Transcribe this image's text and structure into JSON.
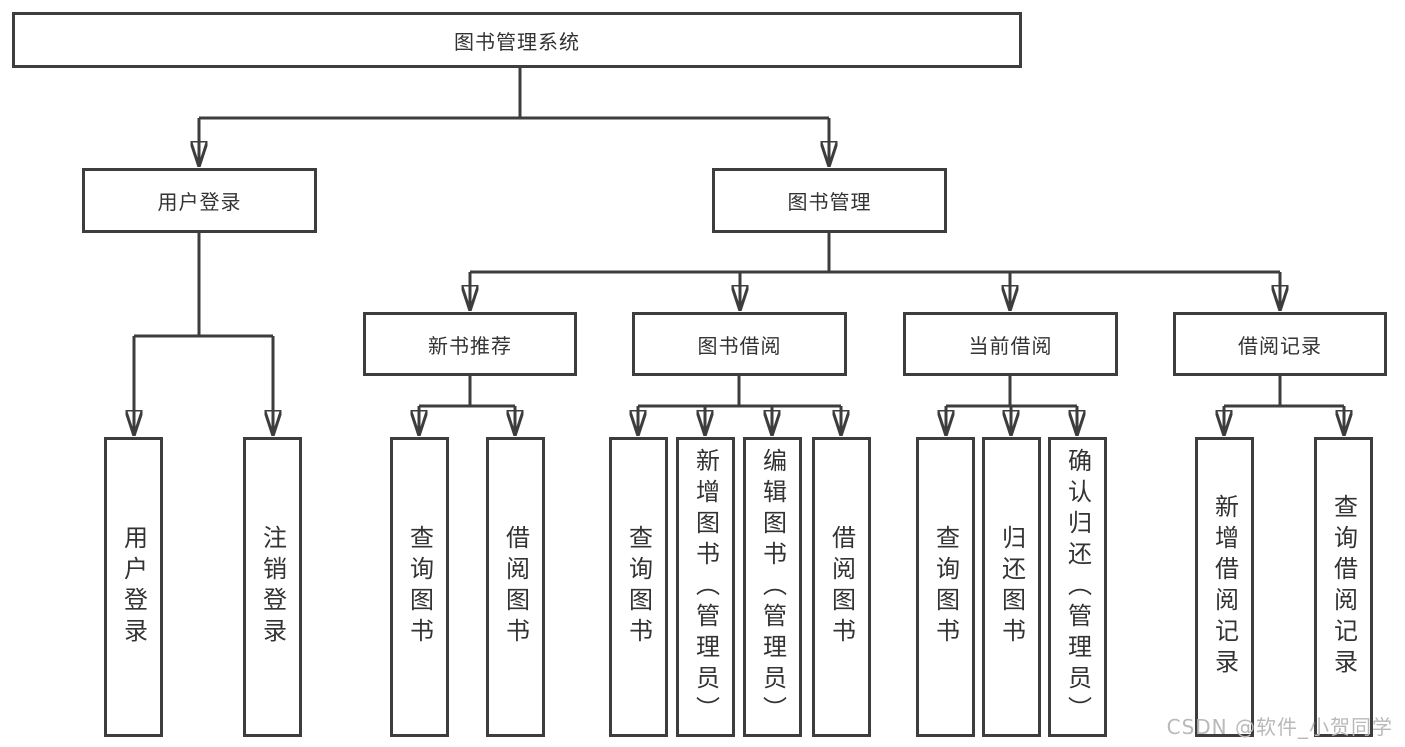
{
  "tree": {
    "label": "图书管理系统",
    "children": [
      {
        "label": "用户登录",
        "children": [
          {
            "label": "用户登录"
          },
          {
            "label": "注销登录"
          }
        ]
      },
      {
        "label": "图书管理",
        "children": [
          {
            "label": "新书推荐",
            "children": [
              {
                "label": "查询图书"
              },
              {
                "label": "借阅图书"
              }
            ]
          },
          {
            "label": "图书借阅",
            "children": [
              {
                "label": "查询图书"
              },
              {
                "label": "新增图书（管理员）"
              },
              {
                "label": "编辑图书（管理员）"
              },
              {
                "label": "借阅图书"
              }
            ]
          },
          {
            "label": "当前借阅",
            "children": [
              {
                "label": "查询图书"
              },
              {
                "label": "归还图书"
              },
              {
                "label": "确认归还（管理员）"
              }
            ]
          },
          {
            "label": "借阅记录",
            "children": [
              {
                "label": "新增借阅记录"
              },
              {
                "label": "查询借阅记录"
              }
            ]
          }
        ]
      }
    ]
  },
  "watermark": {
    "text": "CSDN @软件_小贺同学"
  },
  "colors": {
    "line": "#3d3d3d",
    "text": "#333333",
    "box_background": "#ffffff",
    "watermark": "#b9b9b9"
  }
}
